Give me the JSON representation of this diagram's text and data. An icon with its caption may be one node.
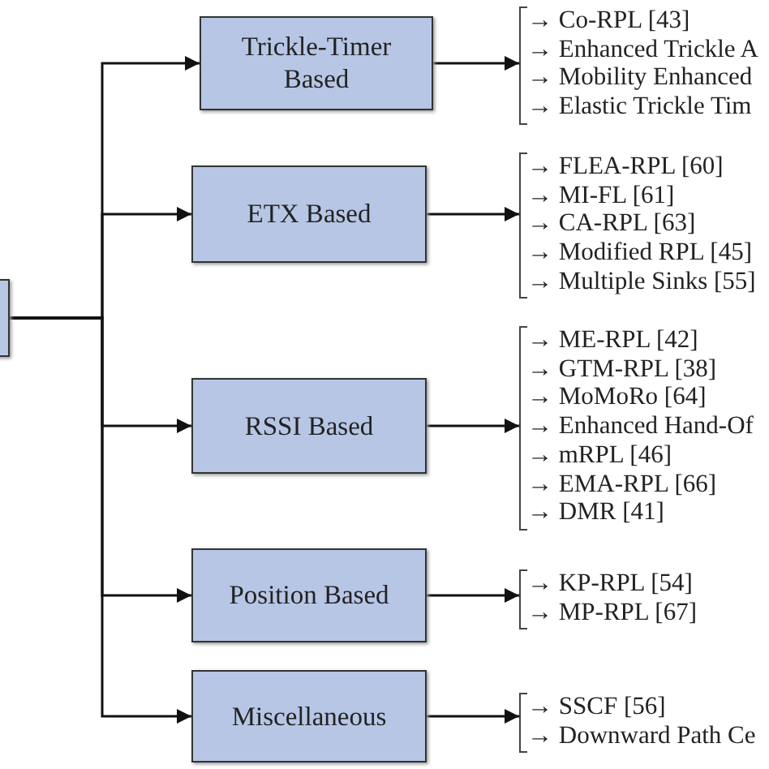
{
  "diagram": {
    "nodes": [
      {
        "text": [],
        "shape": "box"
      },
      {
        "text": [
          "Trickle-Timer Based"
        ]
      },
      {
        "text": [
          "→ Co-RPL [43]",
          "→ Enhanced Trickle A",
          "→ Mobility Enhanced",
          "→ Elastic Trickle Tim"
        ]
      },
      {
        "text": [
          "ETX Based"
        ]
      },
      {
        "text": [
          "→ FLEA-RPL [60]",
          "→ MI-FL [61]",
          "→ CA-RPL [63]",
          "→ Modified RPL [45]",
          "→ Multiple Sinks [55]"
        ]
      },
      {
        "text": [
          "RSSI Based"
        ]
      },
      {
        "text": [
          "→ ME-RPL [42]",
          "→ GTM-RPL [38]",
          "→ MoMoRo [64]",
          "→ Enhanced Hand-Of",
          "→ mRPL [46]",
          "→ EMA-RPL [66]",
          "→ DMR [41]"
        ]
      },
      {
        "text": [
          "Position Based"
        ]
      },
      {
        "text": [
          "→ KP-RPL [54]",
          "→ MP-RPL [67]"
        ]
      },
      {
        "text": [
          "Miscellaneous"
        ]
      },
      {
        "text": [
          "→ SSCF [56]",
          "→ Downward Path Ce"
        ]
      }
    ],
    "edges": [
      {
        "from": 0,
        "to": 1,
        "arrow": "to"
      },
      {
        "from": 0,
        "to": 3,
        "arrow": "to"
      },
      {
        "from": 0,
        "to": 5,
        "arrow": "to"
      },
      {
        "from": 0,
        "to": 7,
        "arrow": "to"
      },
      {
        "from": 0,
        "to": 9,
        "arrow": "to"
      },
      {
        "from": 1,
        "to": 2,
        "arrow": "to"
      },
      {
        "from": 3,
        "to": 4,
        "arrow": "to"
      },
      {
        "from": 5,
        "to": 6,
        "arrow": "to"
      },
      {
        "from": 7,
        "to": 8,
        "arrow": "to"
      },
      {
        "from": 9,
        "to": 10,
        "arrow": "to"
      }
    ]
  }
}
